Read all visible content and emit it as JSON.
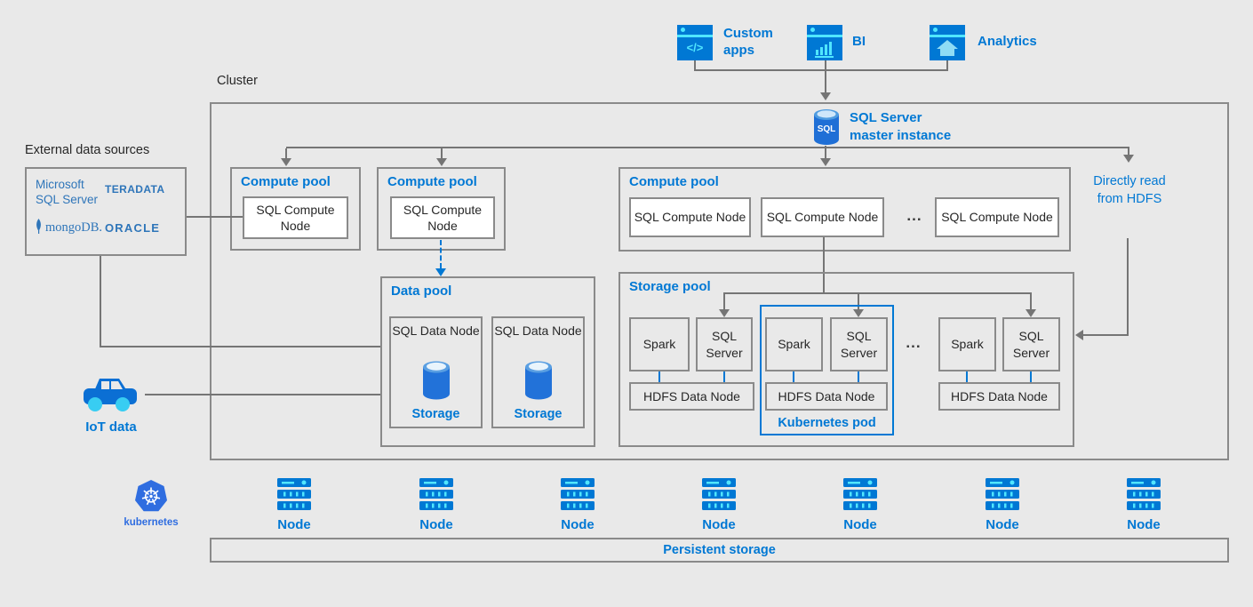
{
  "colors": {
    "accent_blue": "#0078d4",
    "cyan": "#50e6ff",
    "line_grey": "#757575",
    "border_grey": "#8a8a8a",
    "background": "#e9e9e9",
    "kubernetes_blue": "#2f6de0",
    "vendor_blue": "#2e75b9"
  },
  "apps": {
    "items": [
      {
        "label": "Custom apps",
        "icon": "code-window-icon",
        "glyph": "</>"
      },
      {
        "label": "BI",
        "icon": "bar-chart-window-icon"
      },
      {
        "label": "Analytics",
        "icon": "home-window-icon"
      }
    ]
  },
  "cluster_label": "Cluster",
  "master": {
    "line1": "SQL Server",
    "line2": "master instance",
    "cylinder_text": "SQL"
  },
  "external_sources": {
    "title": "External data sources",
    "vendors": {
      "microsoft_line1": "Microsoft",
      "microsoft_line2": "SQL Server",
      "teradata": "TERADATA",
      "mongodb": "mongoDB.",
      "oracle": "ORACLE"
    }
  },
  "iot": {
    "label": "IoT data"
  },
  "labels": {
    "compute_pool": "Compute pool",
    "sql_compute_node": "SQL Compute Node",
    "data_pool": "Data pool",
    "sql_data_node": "SQL Data Node",
    "storage": "Storage",
    "storage_pool": "Storage pool",
    "spark": "Spark",
    "sql_server": "SQL Server",
    "hdfs_data_node": "HDFS Data Node",
    "kubernetes_pod": "Kubernetes pod",
    "ellipsis": "..."
  },
  "hdfs_note": "Directly read from HDFS",
  "bottom": {
    "kubernetes": "kubernetes",
    "node": "Node",
    "persistent_storage": "Persistent storage"
  }
}
